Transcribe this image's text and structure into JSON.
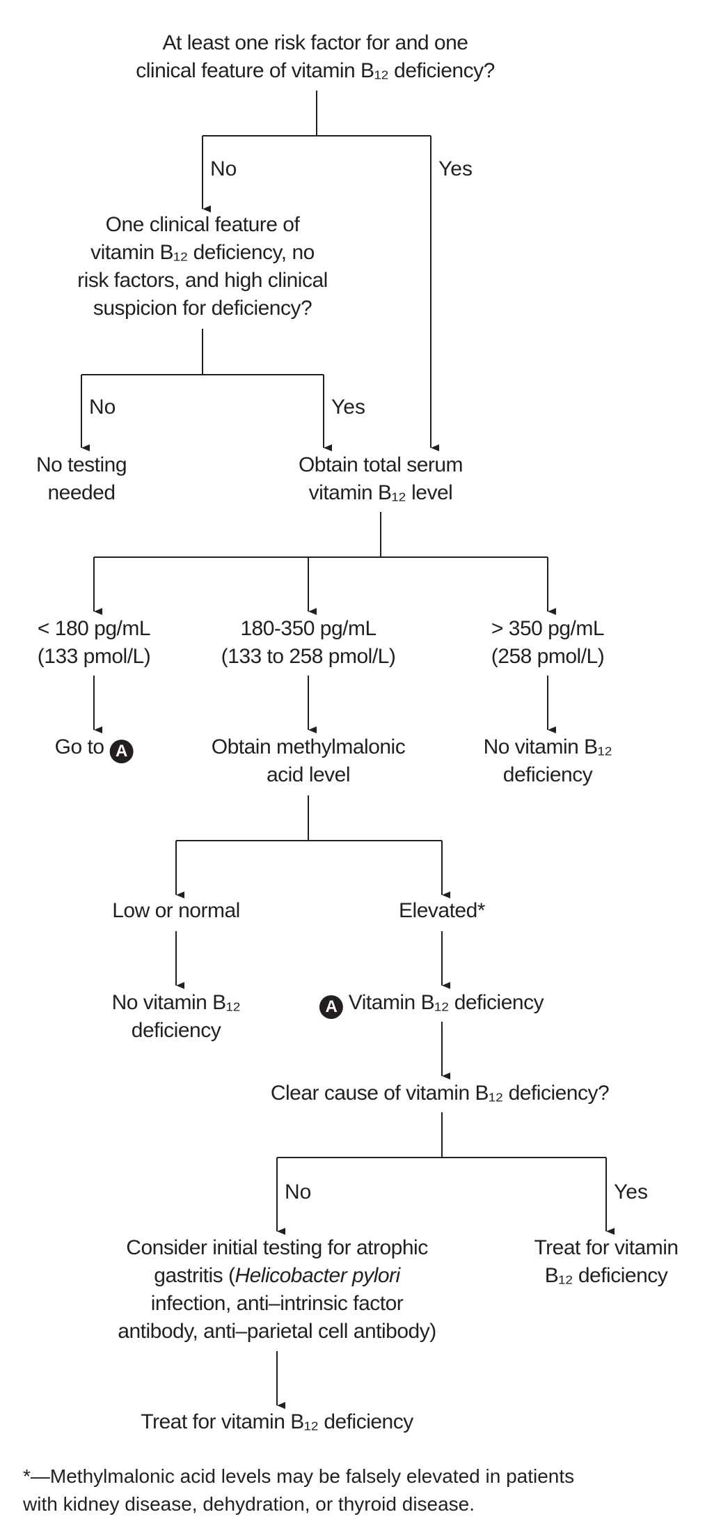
{
  "nodes": {
    "q1": {
      "line1": "At least one risk factor for and one",
      "line2": "clinical feature of vitamin B₁₂ deficiency?"
    },
    "q2": {
      "line1": "One clinical feature of",
      "line2": "vitamin B₁₂ deficiency, no",
      "line3": "risk factors, and high clinical",
      "line4": "suspicion for deficiency?"
    },
    "no_testing": {
      "line1": "No testing",
      "line2": "needed"
    },
    "obtain_b12": {
      "line1": "Obtain total serum",
      "line2": "vitamin B₁₂ level"
    },
    "low": {
      "line1": "< 180 pg/mL",
      "line2": "(133 pmol/L)"
    },
    "mid": {
      "line1": "180-350 pg/mL",
      "line2": "(133 to 258 pmol/L)"
    },
    "high": {
      "line1": "> 350 pg/mL",
      "line2": "(258 pmol/L)"
    },
    "goto_a": {
      "text": "Go to",
      "badge": "A"
    },
    "obtain_mma": {
      "line1": "Obtain methylmalonic",
      "line2": "acid level"
    },
    "no_def_1": {
      "line1": "No vitamin B₁₂",
      "line2": "deficiency"
    },
    "low_normal": {
      "text": "Low or normal"
    },
    "elevated": {
      "text": "Elevated*"
    },
    "no_def_2": {
      "line1": "No vitamin B₁₂",
      "line2": "deficiency"
    },
    "b12_def": {
      "badge": "A",
      "text": "Vitamin B₁₂ deficiency"
    },
    "q3": {
      "text": "Clear cause of vitamin B₁₂ deficiency?"
    },
    "consider": {
      "line1": "Consider initial testing for atrophic",
      "line2_a": "gastritis (",
      "line2_i": "Helicobacter pylori",
      "line3": "infection, anti–intrinsic factor",
      "line4": "antibody, anti–parietal cell antibody)"
    },
    "treat_right": {
      "line1": "Treat for vitamin",
      "line2": "B₁₂ deficiency"
    },
    "treat_bottom": {
      "text": "Treat for vitamin B₁₂ deficiency"
    }
  },
  "labels": {
    "no": "No",
    "yes": "Yes"
  },
  "footnote": {
    "line1": "*—Methylmalonic acid levels may be falsely elevated in patients",
    "line2": "with kidney disease, dehydration, or thyroid disease."
  }
}
